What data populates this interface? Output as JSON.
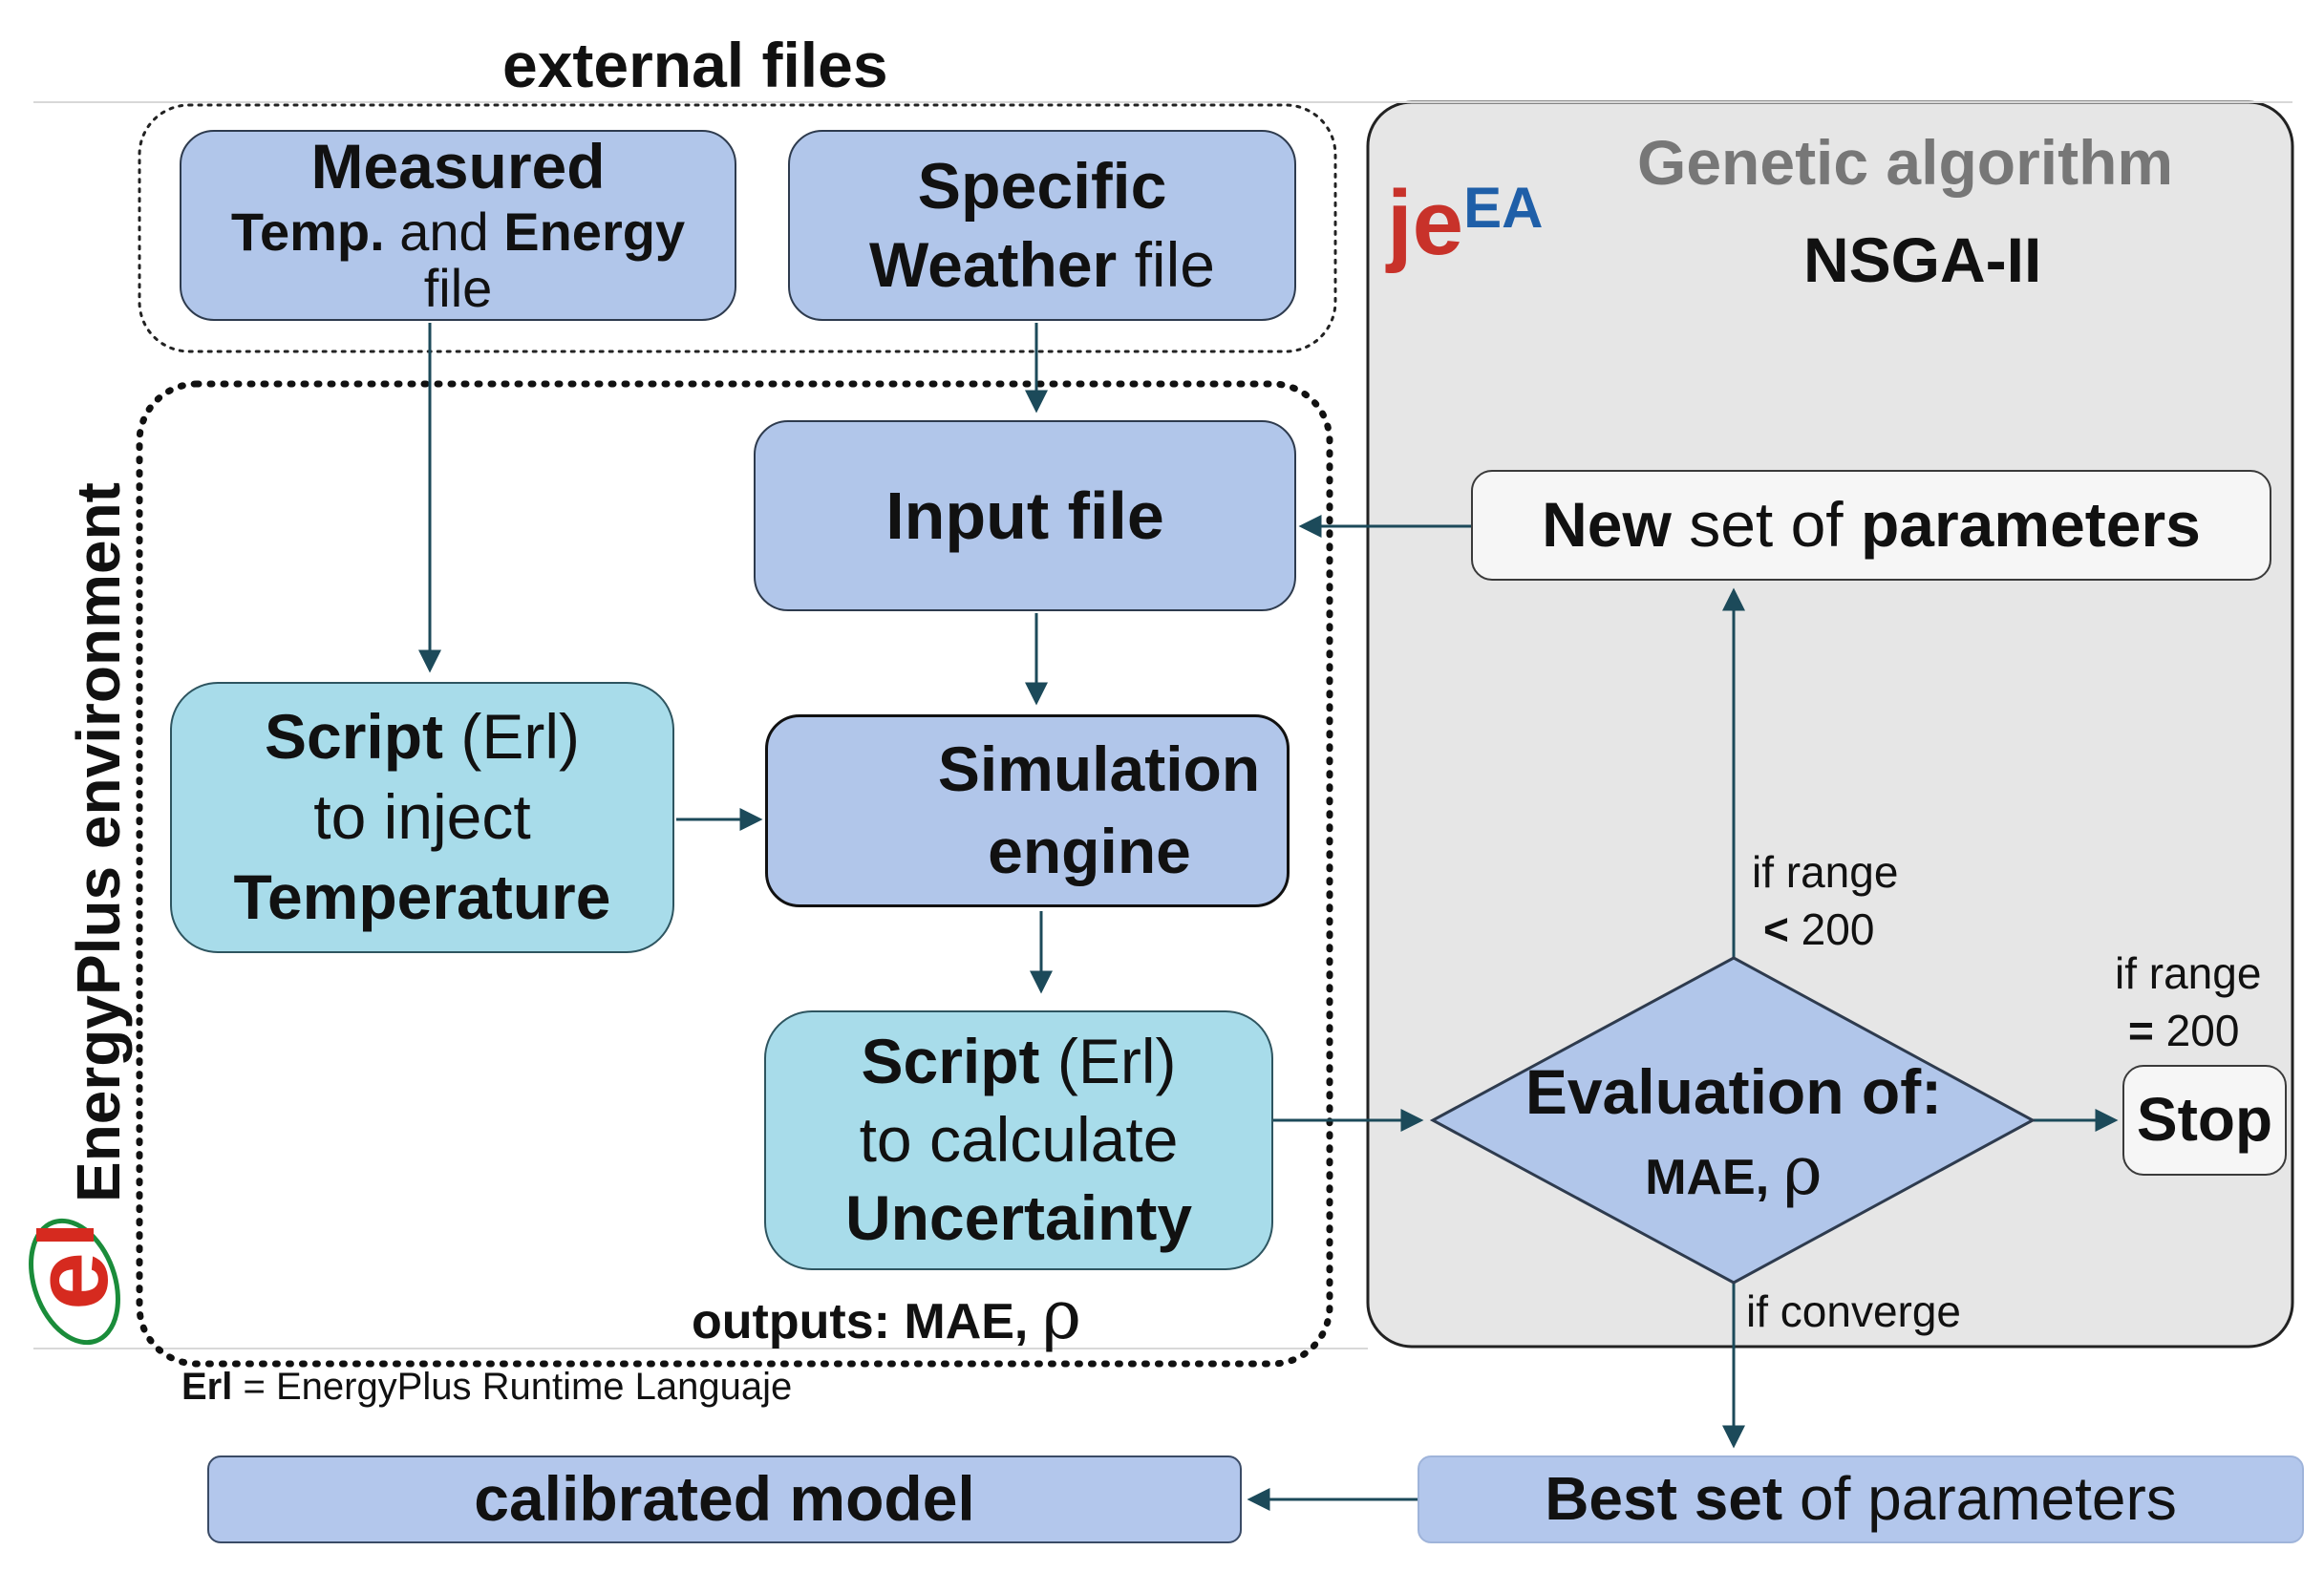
{
  "external_files": {
    "title": "external files"
  },
  "measured": {
    "l1": "Measured",
    "l2a": "Temp.",
    "l2b": " and ",
    "l2c": "Energy",
    "l3": "file"
  },
  "weather": {
    "l1": "Specific",
    "l2a": "Weather",
    "l2b": " file"
  },
  "environment": {
    "label": "EnergyPlus environment"
  },
  "input_file": {
    "label": "Input file"
  },
  "script_inject": {
    "l1a": "Script",
    "l1b": " (Erl)",
    "l2": "to inject",
    "l3": "Temperature"
  },
  "simulation": {
    "l1": "Simulation",
    "l2": "engine"
  },
  "script_calc": {
    "l1a": "Script",
    "l1b": " (Erl)",
    "l2": "to calculate",
    "l3": "Uncertainty"
  },
  "outputs": {
    "label": "outputs: MAE, ",
    "rho": "ρ"
  },
  "erl_note": {
    "bold": "Erl",
    "rest": " = EnergyPlus Runtime Languaje"
  },
  "ga": {
    "title": "Genetic algorithm",
    "subtitle": "NSGA-II",
    "logo_je": "je",
    "logo_ea": "EA"
  },
  "new_params": {
    "a": "New",
    "b": " set of ",
    "c": "parameters"
  },
  "evaluation": {
    "l1": "Evaluation of:",
    "l2": "MAE, ",
    "rho": "ρ"
  },
  "cond_less": {
    "l1": "if range",
    "l2a": "<",
    "l2b": " 200"
  },
  "cond_equal": {
    "l1": "if range",
    "l2a": "=",
    "l2b": " 200"
  },
  "cond_converge": {
    "label": "if converge"
  },
  "stop": {
    "label": "Stop"
  },
  "best_params": {
    "a": "Best set",
    "b": " of parameters"
  },
  "calibrated": {
    "label": "calibrated model"
  },
  "colors": {
    "box_blue": "#b1c6ea",
    "box_cyan": "#a8dcea",
    "ga_panel": "#e6e6e6",
    "arrow": "#1c4a5a",
    "ga_title": "#777777"
  }
}
